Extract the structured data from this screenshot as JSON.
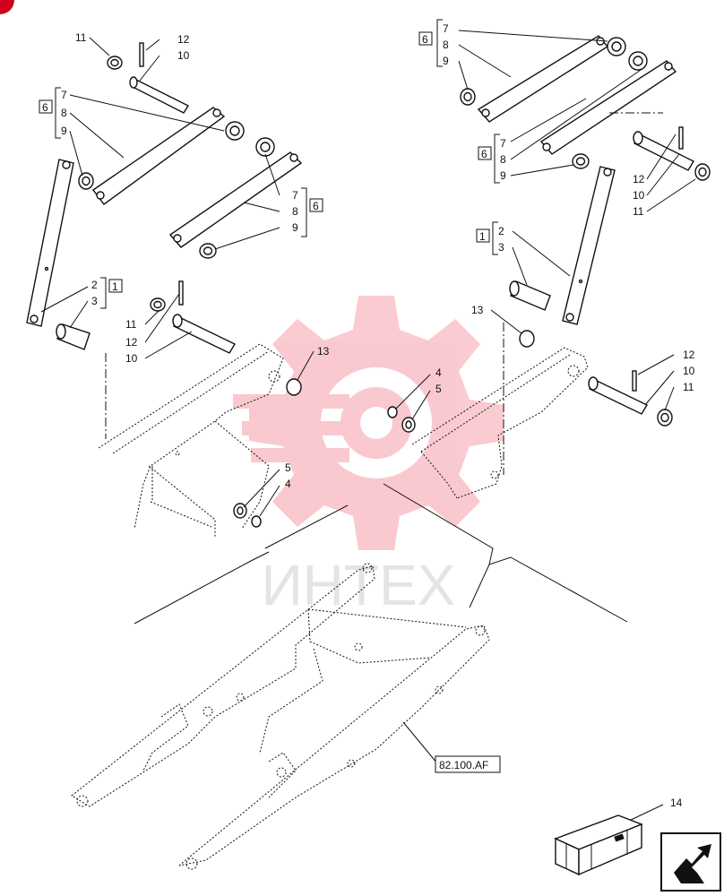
{
  "callouts": {
    "c11a": "11",
    "c12a": "12",
    "c10a": "10",
    "c6a": "6",
    "c7a": "7",
    "c8a": "8",
    "c9a": "9",
    "c7b": "7",
    "c8b": "8",
    "c9b": "9",
    "c6b": "6",
    "c2a": "2",
    "c3a": "3",
    "c1a": "1",
    "c11b": "11",
    "c12b": "12",
    "c10b": "10",
    "c13a": "13",
    "c4a": "4",
    "c5a": "5",
    "c5b": "5",
    "c4b": "4",
    "c6c": "6",
    "c7c": "7",
    "c8c": "8",
    "c9c": "9",
    "c6d": "6",
    "c7d": "7",
    "c8d": "8",
    "c9d": "9",
    "c12c": "12",
    "c10c": "10",
    "c11c": "11",
    "c1b": "1",
    "c2b": "2",
    "c3b": "3",
    "c13b": "13",
    "c12d": "12",
    "c10d": "10",
    "c11d": "11",
    "c14": "14"
  },
  "reference": {
    "label": "82.100.AF"
  },
  "watermark": {
    "text": "ИНТЕХ",
    "color": "#e8102a"
  },
  "icons": {
    "navigation": "arrow-next-page-icon",
    "kit": "crate-kit-icon",
    "brand": "brand-corner-icon"
  }
}
